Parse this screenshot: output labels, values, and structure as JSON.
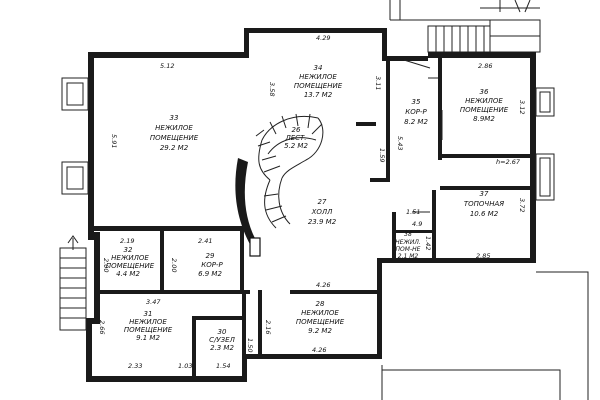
{
  "rooms": [
    {
      "number": "34",
      "name_1": "НЕЖИЛОЕ",
      "name_2": "ПОМЕЩЕНИЕ",
      "area": "13.7 М2"
    },
    {
      "number": "33",
      "name_1": "НЕЖИЛОЕ",
      "name_2": "ПОМЕЩЕНИЕ",
      "area": "29.2 М2"
    },
    {
      "number": "26",
      "name_1": "ЛЕСТ.",
      "area": "5.2 М2"
    },
    {
      "number": "35",
      "name_1": "КОР-Р",
      "area": "8.2 М2"
    },
    {
      "number": "36",
      "name_1": "НЕЖИЛОЕ",
      "name_2": "ПОМЕЩЕНИЕ",
      "area": "8.9М2"
    },
    {
      "number": "27",
      "name_1": "ХОЛЛ",
      "area": "23.9 М2"
    },
    {
      "number": "37",
      "name_1": "ТОПОЧНАЯ",
      "area": "10.6 М2"
    },
    {
      "number": "38",
      "name_1": "НЕЖИЛ.",
      "name_2": "ПОМ-НЕ",
      "area": "2.1 М2"
    },
    {
      "number": "32",
      "name_1": "НЕЖИЛОЕ",
      "name_2": "ПОМЕЩЕНИЕ",
      "area": "4.4 М2"
    },
    {
      "number": "29",
      "name_1": "КОР-Р",
      "area": "6.9 М2"
    },
    {
      "number": "28",
      "name_1": "НЕЖИЛОЕ",
      "name_2": "ПОМЕЩЕНИЕ",
      "area": "9.2 М2"
    },
    {
      "number": "31",
      "name_1": "НЕЖИЛОЕ",
      "name_2": "ПОМЕЩЕНИЕ",
      "area": "9.1 М2"
    },
    {
      "number": "30",
      "name_1": "С/УЗЕЛ",
      "area": "2.3 М2"
    }
  ],
  "dimensions": [
    "4.29",
    "5.12",
    "3.58",
    "3.11",
    "2.86",
    "3.12",
    "5.91",
    "5.43",
    "1.59",
    "h=2.67",
    "3.72",
    "1.51",
    "4.9",
    "1.42",
    "2.85",
    "2.19",
    "2.41",
    "2.00",
    "2.00",
    "4.26",
    "3.47",
    "2.16",
    "1.50",
    "2.66",
    "2.33",
    "1.03",
    "1.54",
    "4.26"
  ]
}
